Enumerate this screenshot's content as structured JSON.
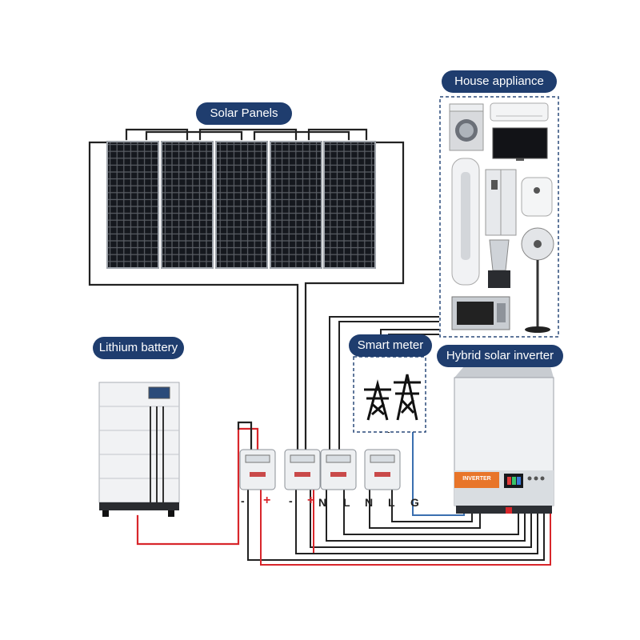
{
  "labels": {
    "solar_panels": "Solar Panels",
    "house_appliance": "House appliance",
    "lithium_battery": "Lithium battery",
    "smart_meter": "Smart meter",
    "hybrid_inverter": "Hybrid solar inverter",
    "inverter_brand": "INVERTER"
  },
  "terminals": {
    "meter1_minus": "-",
    "meter1_plus": "+",
    "meter2_minus": "-",
    "meter2_plus": "+",
    "meter3_n": "N",
    "meter3_l": "L",
    "meter4_n": "N",
    "meter4_l": "L",
    "ground": "G"
  },
  "appliances": [
    "washing-machine",
    "air-conditioner",
    "television",
    "tower-fan",
    "refrigerator",
    "air-fryer",
    "blender",
    "standing-fan",
    "microwave-oven"
  ],
  "colors": {
    "label_bg": "#1f3d6e",
    "wire_dark": "#222222",
    "wire_red": "#d8262b",
    "wire_blue": "#3a6fb0",
    "inverter_accent": "#e8752a"
  }
}
